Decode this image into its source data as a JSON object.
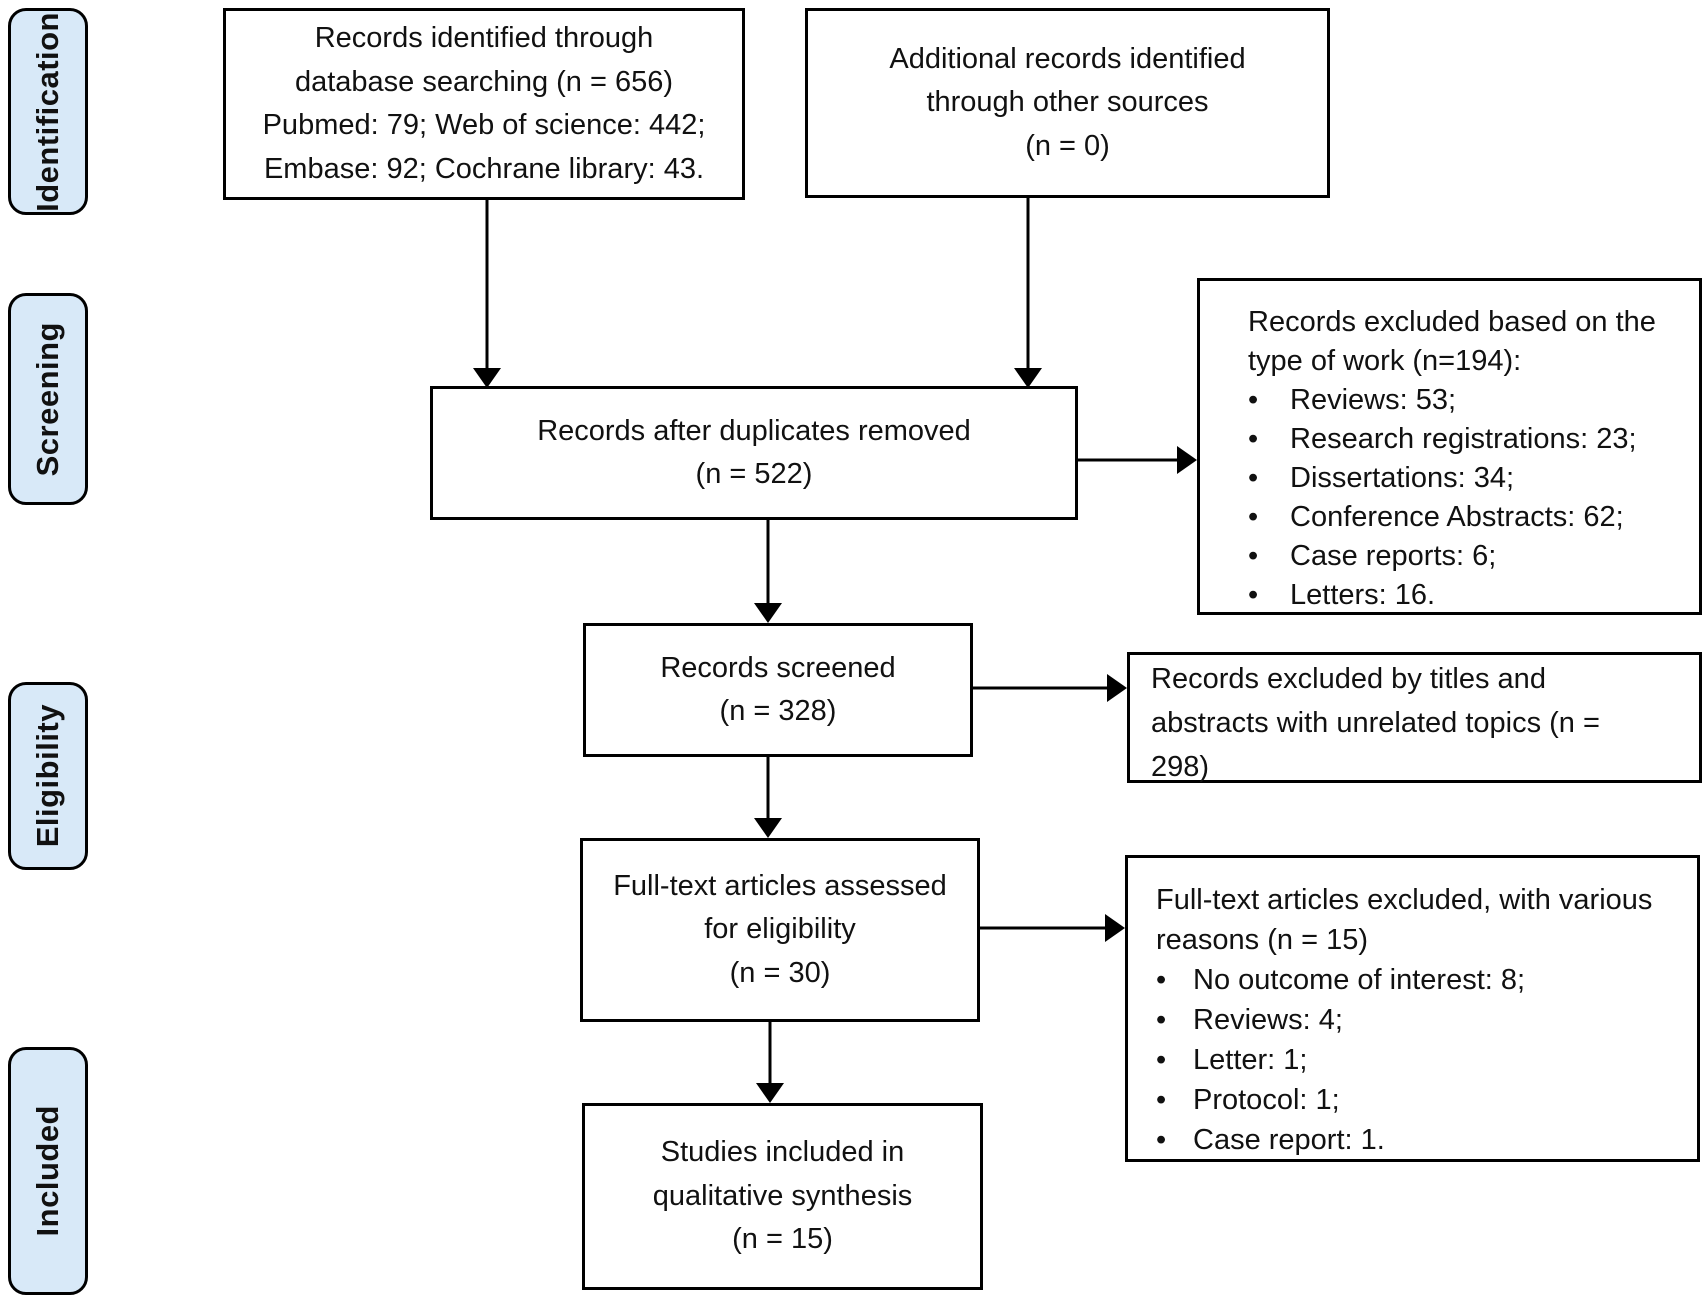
{
  "diagram_type": "PRISMA flow diagram",
  "colors": {
    "stage_fill": "#D8E9F8",
    "border": "#000000",
    "background": "#FFFFFF",
    "text": "#111111"
  },
  "stages": [
    {
      "label": "Identification"
    },
    {
      "label": "Screening"
    },
    {
      "label": "Eligibility"
    },
    {
      "label": "Included"
    }
  ],
  "boxes": {
    "identified": {
      "lines": [
        "Records identified through",
        "database searching (n = 656)",
        "Pubmed: 79; Web of science: 442;",
        "Embase: 92; Cochrane library: 43."
      ]
    },
    "additional": {
      "lines": [
        "Additional records identified",
        "through other sources",
        "(n = 0)"
      ]
    },
    "duplicates_removed": {
      "lines": [
        "Records after duplicates removed",
        "(n = 522)"
      ]
    },
    "excluded_type_of_work": {
      "title": "Records excluded based on the type of work (n=194):",
      "items": [
        "Reviews: 53;",
        "Research registrations: 23;",
        "Dissertations: 34;",
        "Conference Abstracts: 62;",
        "Case reports: 6;",
        "Letters: 16."
      ]
    },
    "screened": {
      "lines": [
        "Records screened",
        "(n = 328)"
      ]
    },
    "excluded_titles_abstracts": {
      "text": "Records excluded by titles and abstracts with unrelated topics (n = 298)"
    },
    "fulltext_assessed": {
      "lines": [
        "Full-text articles assessed",
        "for eligibility",
        "(n = 30)"
      ]
    },
    "fulltext_excluded": {
      "title": "Full-text articles excluded, with various reasons (n = 15)",
      "items": [
        "No outcome of interest: 8;",
        "Reviews: 4;",
        "Letter: 1;",
        "Protocol: 1;",
        "Case report: 1."
      ]
    },
    "included_qualitative": {
      "lines": [
        "Studies included in",
        "qualitative synthesis",
        "(n = 15)"
      ]
    }
  }
}
